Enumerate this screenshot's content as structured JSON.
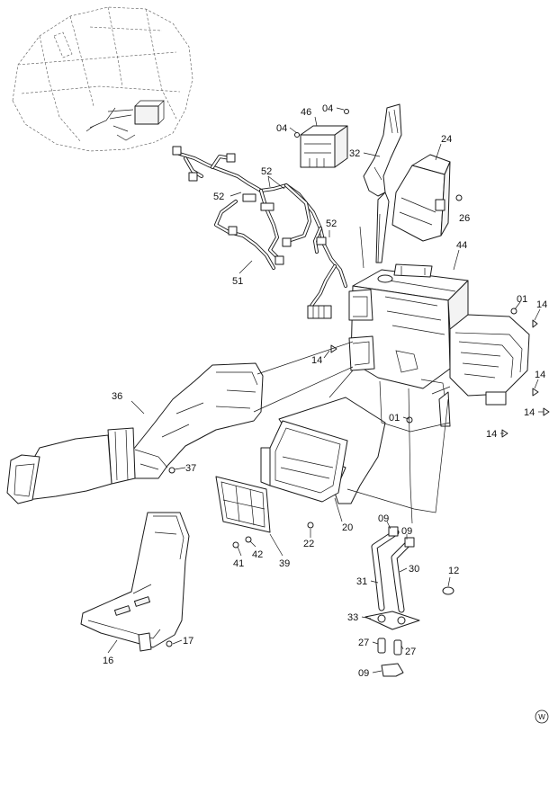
{
  "parts": {
    "p04a": "04",
    "p46": "46",
    "p04b": "04",
    "p32": "32",
    "p24": "24",
    "p52a": "52",
    "p52b": "52",
    "p52c": "52",
    "p26": "26",
    "p51": "51",
    "p44": "44",
    "p01a": "01",
    "p14a": "14",
    "p14b": "14",
    "p14c": "14",
    "p14d": "14",
    "p14e": "14",
    "p36": "36",
    "p01b": "01",
    "p37": "37",
    "p09a": "09",
    "p09b": "09",
    "p20": "20",
    "p22": "22",
    "p42": "42",
    "p41": "41",
    "p39": "39",
    "p31": "31",
    "p30": "30",
    "p12": "12",
    "p33": "33",
    "p17": "17",
    "p16": "16",
    "p27a": "27",
    "p27b": "27",
    "p09c": "09"
  },
  "corner_mark": "W"
}
